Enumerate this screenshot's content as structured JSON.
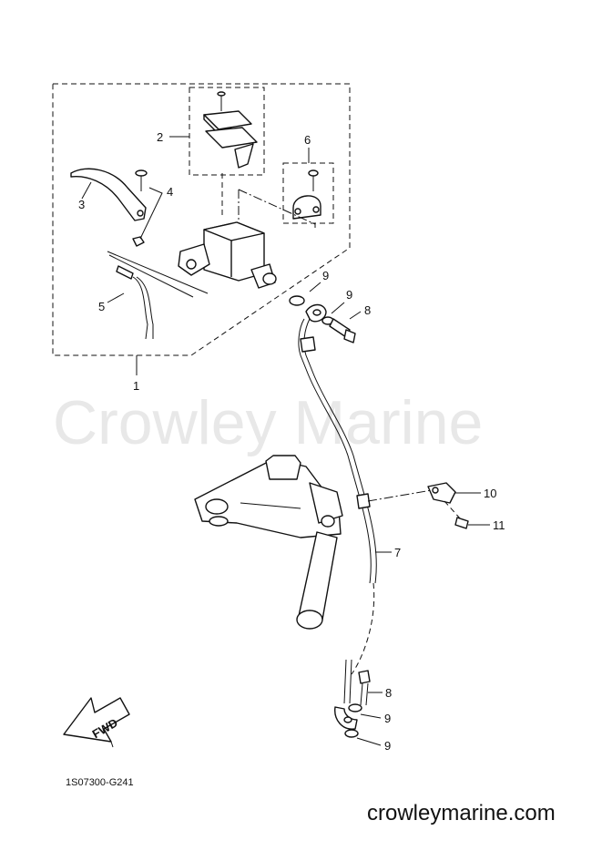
{
  "watermark": "Crowley Marine",
  "footer_site": "crowleymarine.com",
  "diagram_code": "1S07300-G241",
  "fwd_label": "FWD",
  "callouts": {
    "c1": "1",
    "c2": "2",
    "c3": "3",
    "c4": "4",
    "c5": "5",
    "c6": "6",
    "c7": "7",
    "c8a": "8",
    "c8b": "8",
    "c9a": "9",
    "c9b": "9",
    "c9c": "9",
    "c9d": "9",
    "c10": "10",
    "c11": "11"
  }
}
